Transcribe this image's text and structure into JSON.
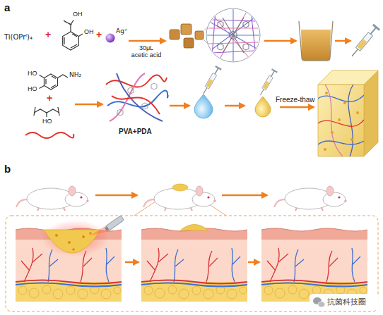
{
  "diagram": {
    "labels": [
      "a",
      "Ti(OPrⁱ)₄",
      "+",
      "OH",
      "OH",
      "+",
      "Ag⁺",
      "30μL acetic acid",
      "HO",
      "HO",
      "NH₂",
      "+",
      "HO",
      "PVA+PDA",
      "Freeze-thaw",
      "b",
      "抗菌科技圈"
    ]
  }
}
